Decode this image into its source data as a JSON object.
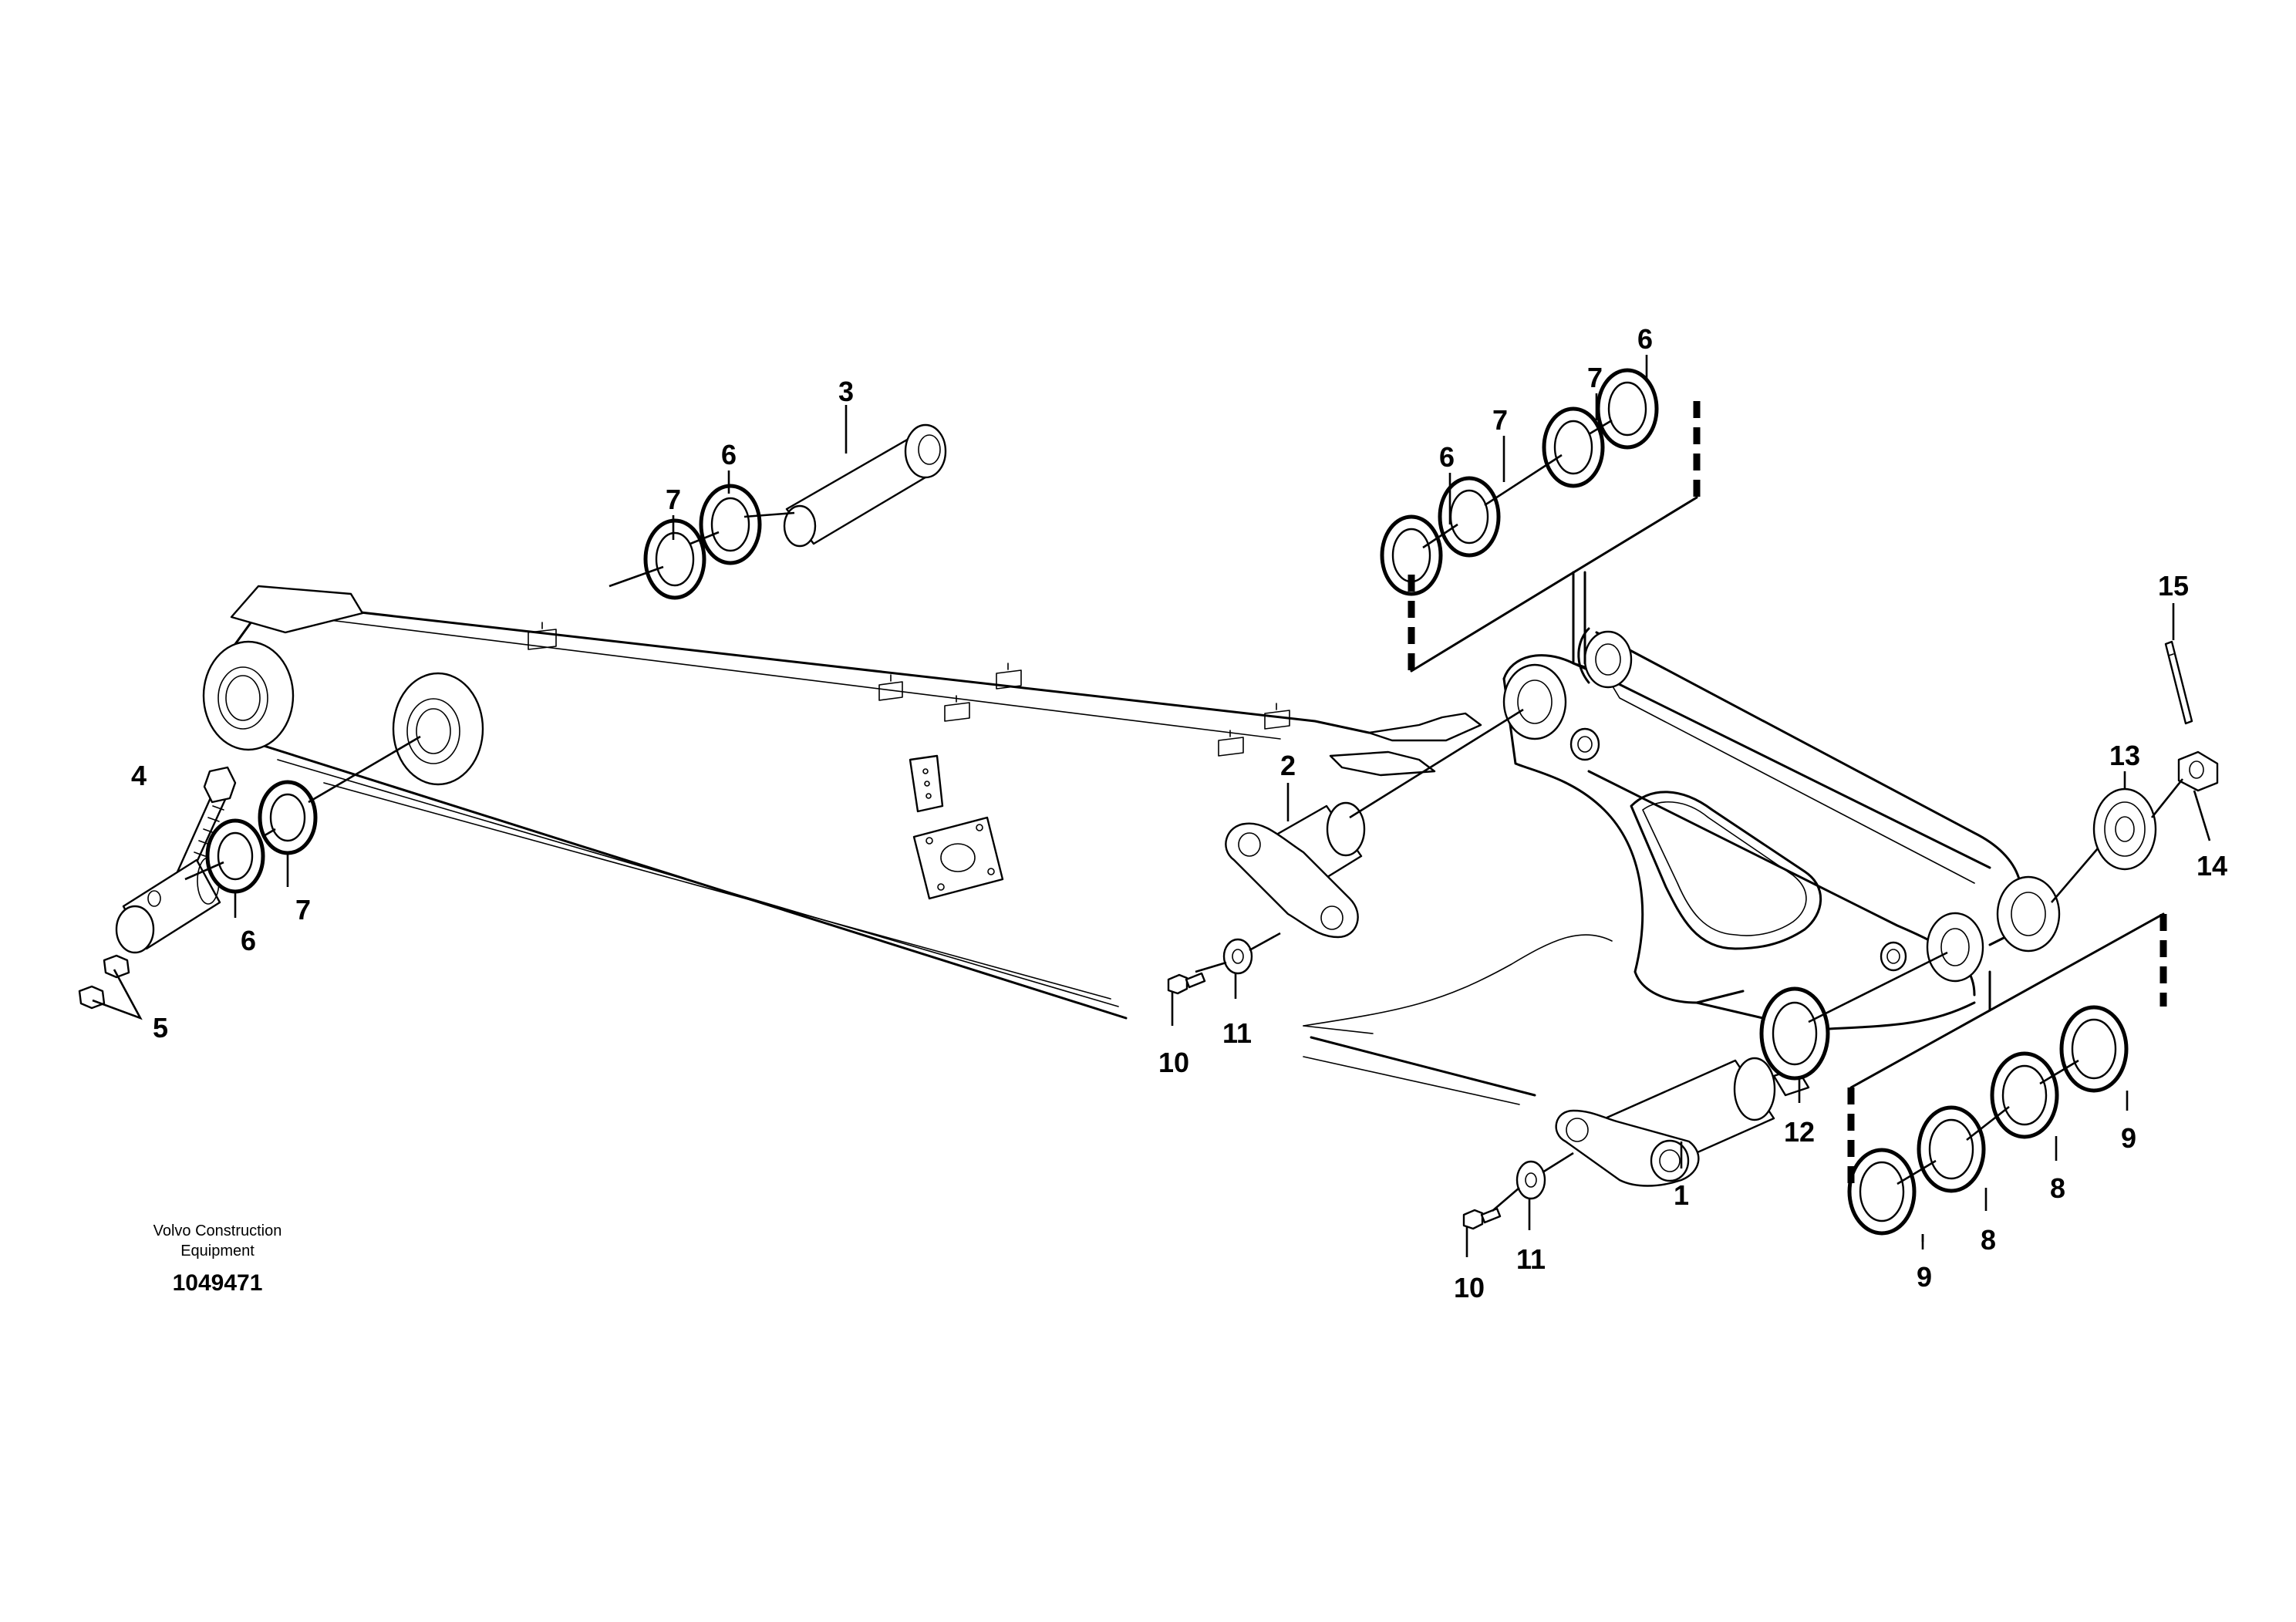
{
  "caption": {
    "line1": "Volvo Construction",
    "line2": "Equipment",
    "document_number": "1049471"
  },
  "callouts": [
    {
      "id": "c3",
      "label": "3"
    },
    {
      "id": "c7a",
      "label": "7"
    },
    {
      "id": "c6a",
      "label": "6"
    },
    {
      "id": "c4",
      "label": "4"
    },
    {
      "id": "c6b",
      "label": "6"
    },
    {
      "id": "c7b",
      "label": "7"
    },
    {
      "id": "c5",
      "label": "5"
    },
    {
      "id": "c6c",
      "label": "6"
    },
    {
      "id": "c7c",
      "label": "7"
    },
    {
      "id": "c7d",
      "label": "7"
    },
    {
      "id": "c6d",
      "label": "6"
    },
    {
      "id": "c2",
      "label": "2"
    },
    {
      "id": "c10a",
      "label": "10"
    },
    {
      "id": "c11a",
      "label": "11"
    },
    {
      "id": "c15",
      "label": "15"
    },
    {
      "id": "c13",
      "label": "13"
    },
    {
      "id": "c14",
      "label": "14"
    },
    {
      "id": "c12",
      "label": "12"
    },
    {
      "id": "c1",
      "label": "1"
    },
    {
      "id": "c10b",
      "label": "10"
    },
    {
      "id": "c11b",
      "label": "11"
    },
    {
      "id": "c9a",
      "label": "9"
    },
    {
      "id": "c8a",
      "label": "8"
    },
    {
      "id": "c8b",
      "label": "8"
    },
    {
      "id": "c9b",
      "label": "9"
    }
  ]
}
